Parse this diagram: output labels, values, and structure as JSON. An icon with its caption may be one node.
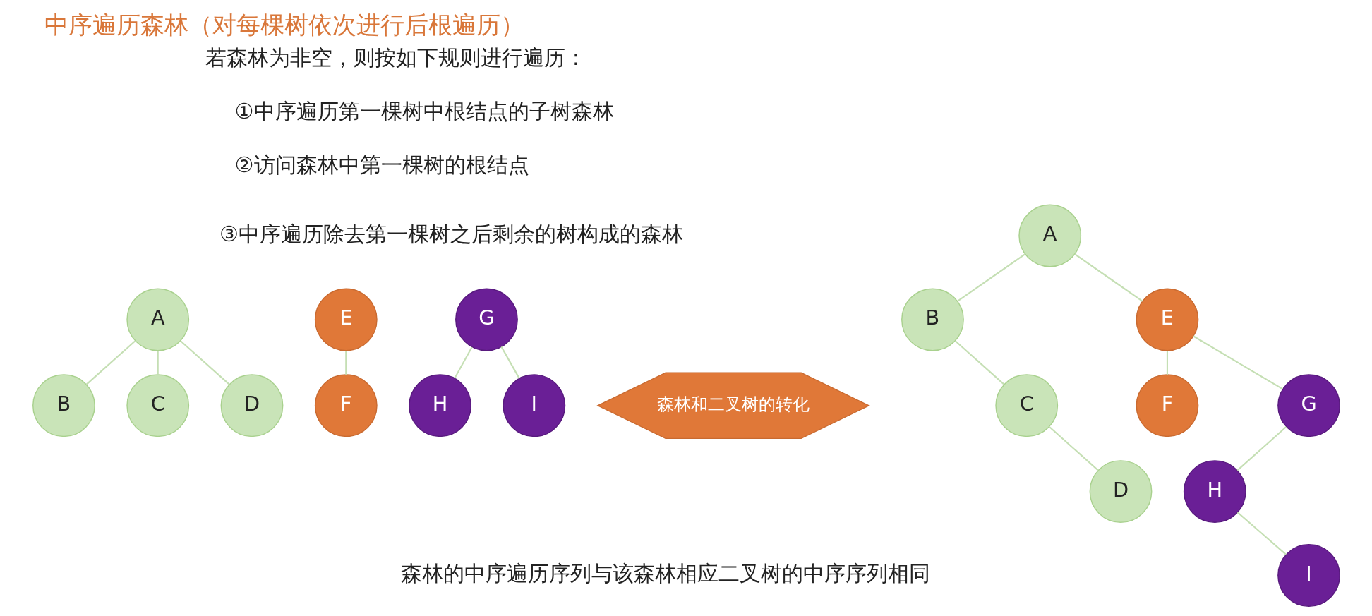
{
  "diagram": {
    "title": "中序遍历森林（对每棵树依次进行后根遍历）",
    "nodes": [
      {
        "text": [
          "A"
        ]
      },
      {
        "text": [
          "B"
        ]
      },
      {
        "text": [
          "C"
        ]
      },
      {
        "text": [
          "D"
        ]
      },
      {
        "text": [
          "E"
        ]
      },
      {
        "text": [
          "F"
        ]
      },
      {
        "text": [
          "G"
        ]
      },
      {
        "text": [
          "H"
        ]
      },
      {
        "text": [
          "I"
        ]
      },
      {
        "text": [
          "森林和二叉树的转化"
        ]
      },
      {
        "text": [
          "A"
        ]
      },
      {
        "text": [
          "B"
        ]
      },
      {
        "text": [
          "C"
        ]
      },
      {
        "text": [
          "D"
        ]
      },
      {
        "text": [
          "E"
        ]
      },
      {
        "text": [
          "F"
        ]
      },
      {
        "text": [
          "G"
        ]
      },
      {
        "text": [
          "H"
        ]
      },
      {
        "text": [
          "I"
        ]
      }
    ],
    "edges": [
      {
        "from": 0,
        "to": 1,
        "arrow": "none"
      },
      {
        "from": 0,
        "to": 2,
        "arrow": "none"
      },
      {
        "from": 0,
        "to": 3,
        "arrow": "none"
      },
      {
        "from": 4,
        "to": 5,
        "arrow": "none"
      },
      {
        "from": 6,
        "to": 7,
        "arrow": "none"
      },
      {
        "from": 6,
        "to": 8,
        "arrow": "none"
      },
      {
        "from": 10,
        "to": 11,
        "arrow": "none"
      },
      {
        "from": 11,
        "to": 12,
        "arrow": "none"
      },
      {
        "from": 12,
        "to": 13,
        "arrow": "none"
      },
      {
        "from": 10,
        "to": 14,
        "arrow": "none"
      },
      {
        "from": 14,
        "to": 15,
        "arrow": "none"
      },
      {
        "from": 14,
        "to": 16,
        "arrow": "none"
      },
      {
        "from": 16,
        "to": 17,
        "arrow": "none"
      },
      {
        "from": 17,
        "to": 18,
        "arrow": "none"
      }
    ],
    "labels": [
      "若森林为非空，则按如下规则进行遍历：",
      "①中序遍历第一棵树中根结点的子树森林",
      "②访问森林中第一棵树的根结点",
      "③中序遍历除去第一棵树之后剩余的树构成的森林",
      "森林的中序遍历序列与该森林相应二叉树的中序序列相同"
    ]
  }
}
